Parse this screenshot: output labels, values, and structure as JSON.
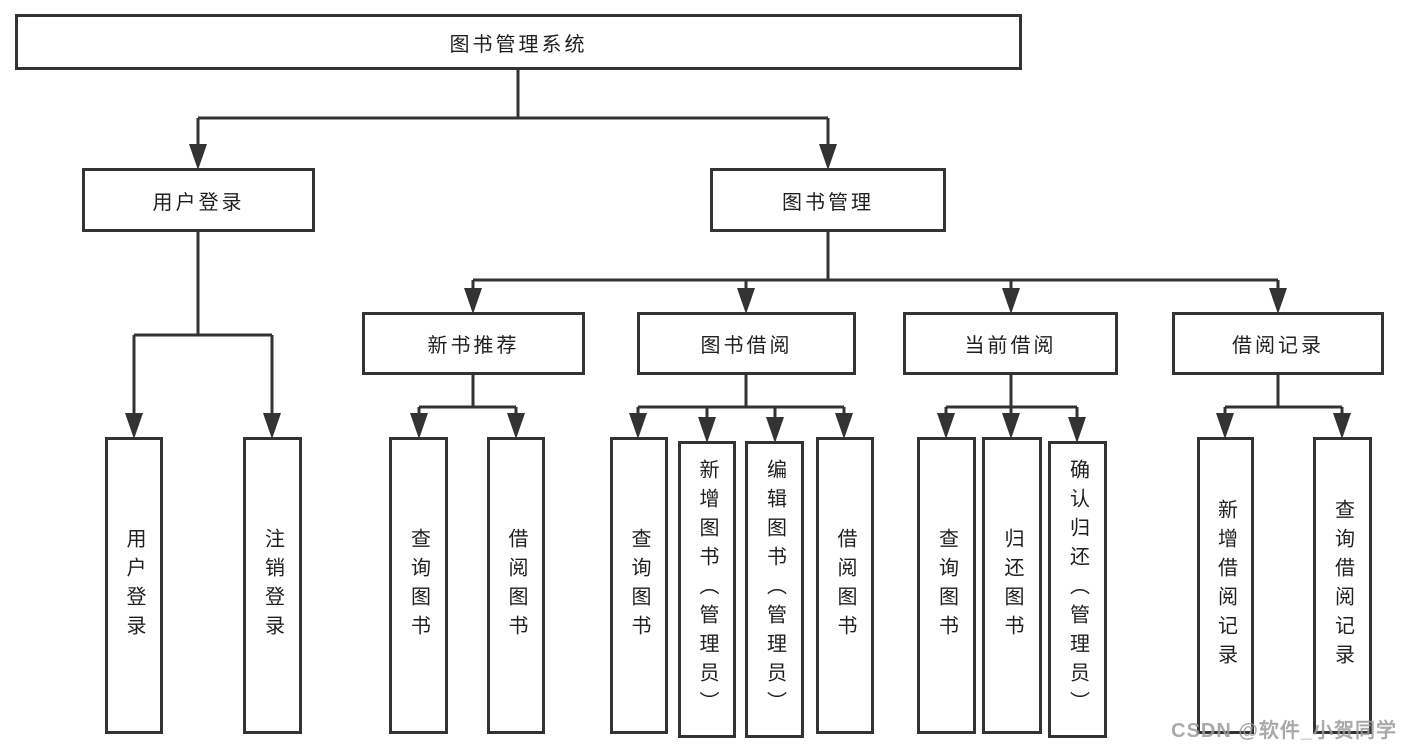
{
  "diagram": {
    "colors": {
      "line": "#333333",
      "box_fill": "#ffffff",
      "text": "#1f1f1f",
      "watermark": "#9c9c9c"
    },
    "tree": {
      "root": {
        "label": "图书管理系统"
      },
      "branches": [
        {
          "label": "用户登录",
          "children": [
            {
              "label": "用户登录"
            },
            {
              "label": "注销登录"
            }
          ]
        },
        {
          "label": "图书管理",
          "children": [
            {
              "label": "新书推荐",
              "children": [
                {
                  "label": "查询图书"
                },
                {
                  "label": "借阅图书"
                }
              ]
            },
            {
              "label": "图书借阅",
              "children": [
                {
                  "label": "查询图书"
                },
                {
                  "label": "新增图书（管理员）"
                },
                {
                  "label": "编辑图书（管理员）"
                },
                {
                  "label": "借阅图书"
                }
              ]
            },
            {
              "label": "当前借阅",
              "children": [
                {
                  "label": "查询图书"
                },
                {
                  "label": "归还图书"
                },
                {
                  "label": "确认归还（管理员）"
                }
              ]
            },
            {
              "label": "借阅记录",
              "children": [
                {
                  "label": "新增借阅记录"
                },
                {
                  "label": "查询借阅记录"
                }
              ]
            }
          ]
        }
      ]
    }
  },
  "watermark": {
    "text": "CSDN @软件_小贺同学"
  }
}
